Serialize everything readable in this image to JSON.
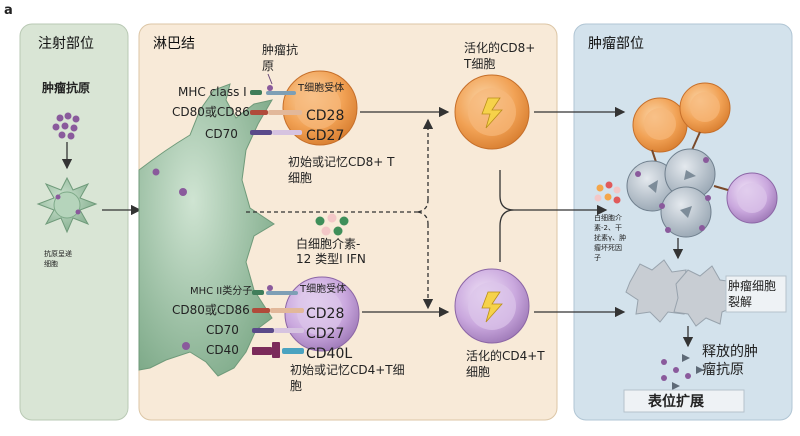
{
  "panel_label": "a",
  "panels": {
    "injection": {
      "title": "注射部位",
      "antigen_label": "肿瘤抗原",
      "apc_label_1": "抗原呈递",
      "apc_label_2": "细胞"
    },
    "lymph": {
      "title": "淋巴结"
    },
    "tumor": {
      "title": "肿瘤部位"
    }
  },
  "cd8": {
    "antigen_l1": "肿瘤抗",
    "antigen_l2": "原",
    "mhc": "MHC class I",
    "tcr": "T细胞受体",
    "cd80": "CD80或CD86",
    "cd70": "CD70",
    "cd28": "CD28",
    "cd27": "CD27",
    "naive_l1": "初始或记忆CD8+ T",
    "naive_l2": "细胞",
    "activated_l1": "活化的CD8+",
    "activated_l2": "T细胞"
  },
  "cytokines": {
    "l1": "白细胞介素-",
    "l2": "12 类型I IFN"
  },
  "cd4": {
    "mhc": "MHC II类分子",
    "tcr": "T细胞受体",
    "cd80": "CD80或CD86",
    "cd70": "CD70",
    "cd40": "CD40",
    "cd28": "CD28",
    "cd27": "CD27",
    "cd40l": "CD40L",
    "naive_l1": "初始或记忆CD4+T细",
    "naive_l2": "胞",
    "activated_l1": "活化的CD4+T",
    "activated_l2": "细胞"
  },
  "tumor_site": {
    "cytokine_l1": "白细胞介",
    "cytokine_l2": "素-2、干",
    "cytokine_l3": "扰素γ、肿",
    "cytokine_l4": "瘤坏死因",
    "cytokine_l5": "子",
    "lysis_l1": "肿瘤细胞",
    "lysis_l2": "裂解",
    "release_l1": "释放的肿",
    "release_l2": "瘤抗原",
    "spread": "表位扩展"
  },
  "colors": {
    "injection_panel": "#d9e5d5",
    "lymph_panel": "#f8ead8",
    "tumor_panel": "#d3e2ec",
    "apc": "#8fb99a",
    "cd8_cell": "#ef9a4e",
    "cd4_cell": "#c9a8dc",
    "tumor_cell": "#b8c4cf",
    "dead_cell": "#c8cdd3",
    "antigen": "#8a5a9c"
  }
}
